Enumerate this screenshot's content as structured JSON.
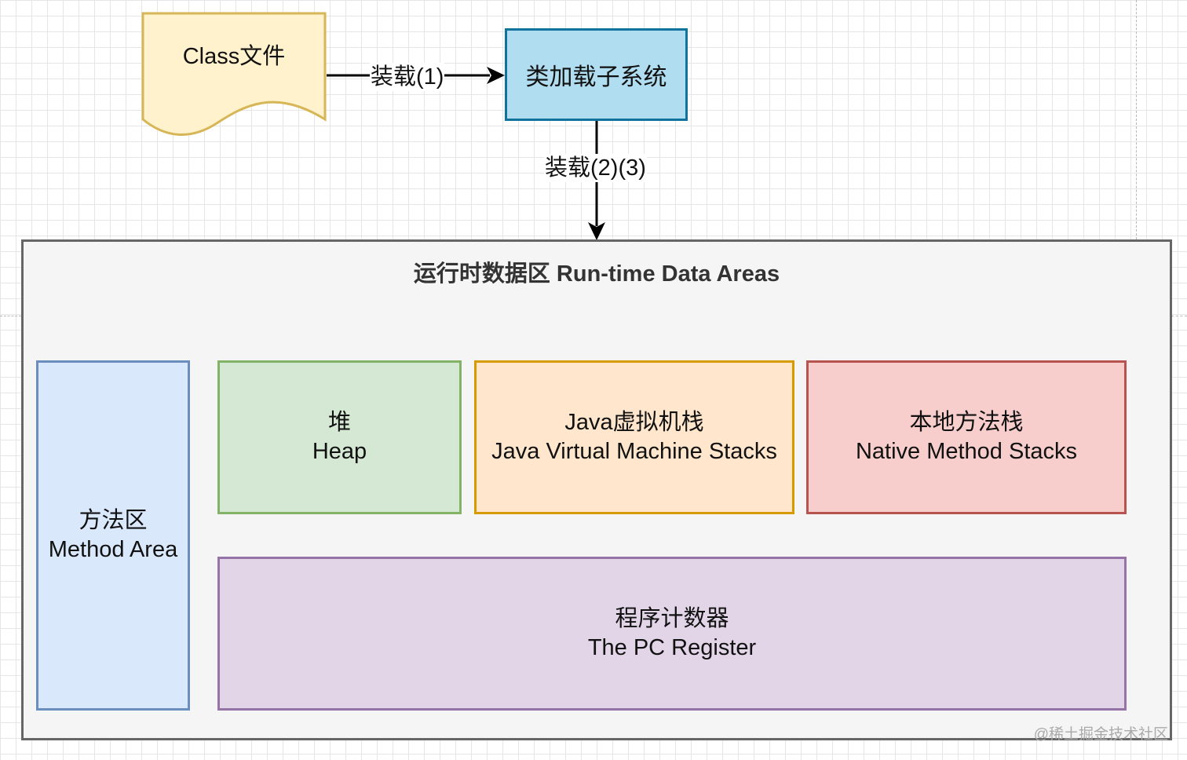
{
  "diagram": {
    "class_file": {
      "label": "Class文件",
      "fill": "#fff2cc",
      "stroke": "#d6b656"
    },
    "edge_load_1": {
      "label": "装载(1)"
    },
    "class_loader": {
      "label": "类加载子系统",
      "fill": "#b1ddf0",
      "stroke": "#10739e"
    },
    "edge_load_2_3": {
      "label": "装载(2)(3)"
    },
    "runtime_data_areas": {
      "title": "运行时数据区 Run-time Data Areas",
      "fill": "#f5f5f5",
      "stroke": "#666666",
      "regions": {
        "method_area": {
          "zh": "方法区",
          "en": "Method Area",
          "fill": "#dae8fc",
          "stroke": "#6c8ebf"
        },
        "heap": {
          "zh": "堆",
          "en": "Heap",
          "fill": "#d5e8d4",
          "stroke": "#82b366"
        },
        "jvm_stacks": {
          "zh": "Java虚拟机栈",
          "en": "Java Virtual Machine Stacks",
          "fill": "#ffe6cc",
          "stroke": "#d79b00"
        },
        "native_stacks": {
          "zh": "本地方法栈",
          "en": "Native Method Stacks",
          "fill": "#f8cecc",
          "stroke": "#b85450"
        },
        "pc_register": {
          "zh": "程序计数器",
          "en": "The PC Register",
          "fill": "#e1d5e7",
          "stroke": "#9673a6"
        }
      }
    },
    "watermark": "@稀土掘金技术社区"
  }
}
